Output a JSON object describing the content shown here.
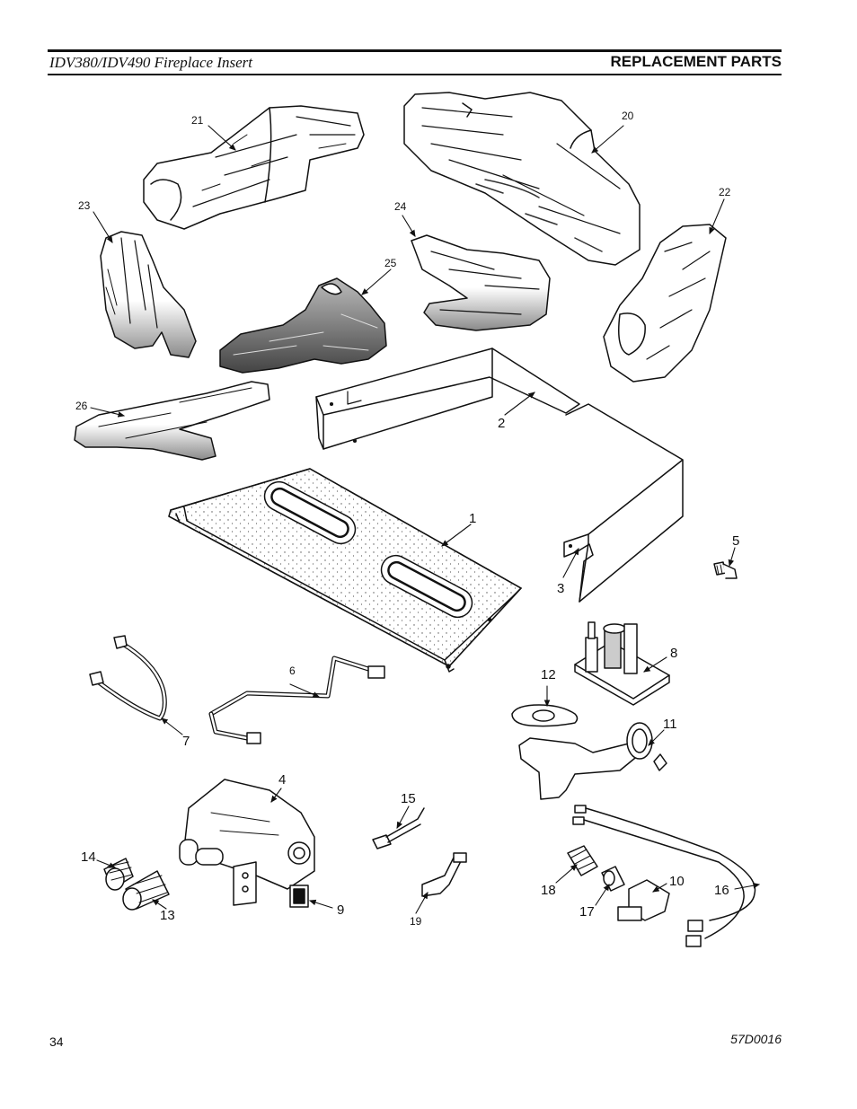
{
  "header": {
    "doc_title": "IDV380/IDV490 Fireplace Insert",
    "section_title": "REPLACEMENT PARTS"
  },
  "footer": {
    "page_number": "34",
    "doc_code": "57D0016"
  },
  "callouts": {
    "c1": "1",
    "c2": "2",
    "c3": "3",
    "c4": "4",
    "c5": "5",
    "c6": "6",
    "c7": "7",
    "c8": "8",
    "c9": "9",
    "c10": "10",
    "c11": "11",
    "c12": "12",
    "c13": "13",
    "c14": "14",
    "c15": "15",
    "c16": "16",
    "c17": "17",
    "c18": "18",
    "c19": "19",
    "c20": "20",
    "c21": "21",
    "c22": "22",
    "c23": "23",
    "c24": "24",
    "c25": "25",
    "c26": "26"
  }
}
